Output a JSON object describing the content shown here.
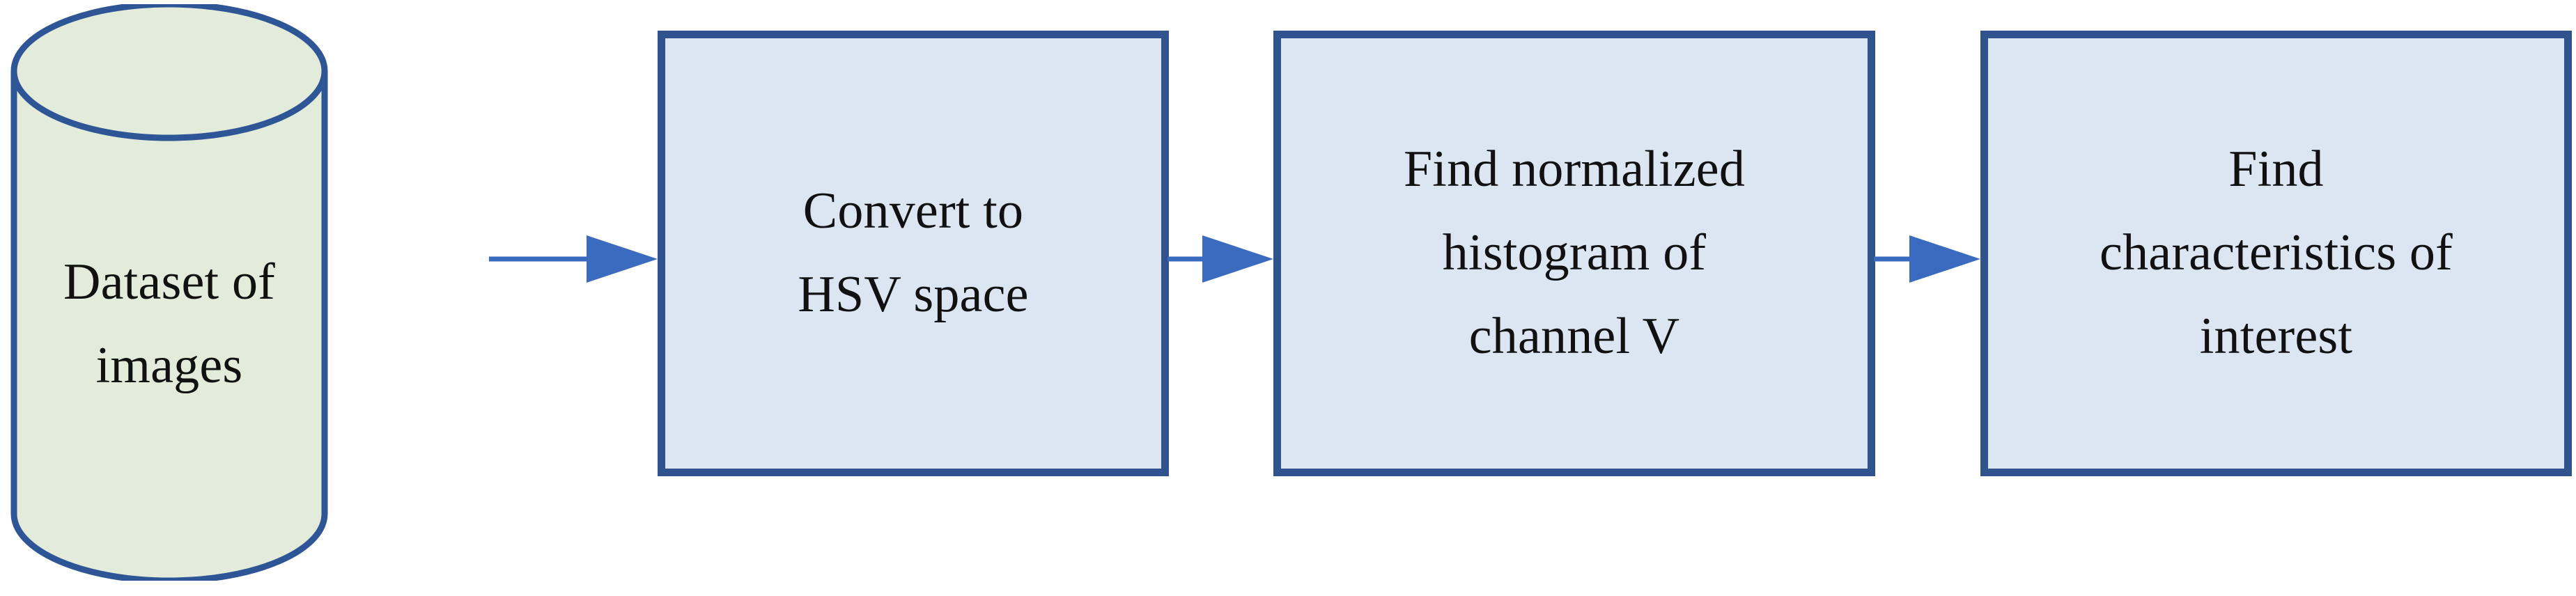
{
  "diagram": {
    "title": "HSV value-channel histogram analysis pipeline",
    "type": "flowchart",
    "orientation": "left-to-right",
    "colors": {
      "cylinder_fill": "#e3ebdb",
      "cylinder_stroke": "#2e5596",
      "box_fill": "#dce6f2",
      "box_stroke": "#31538d",
      "arrow": "#3b6bbf",
      "text": "#111111",
      "background": "#ffffff"
    },
    "nodes": [
      {
        "id": "node-dataset",
        "shape": "cylinder",
        "label": "Dataset of\nimages"
      },
      {
        "id": "node-convert-hsv",
        "shape": "rectangle",
        "label": "Convert to\nHSV space"
      },
      {
        "id": "node-histogram",
        "shape": "rectangle",
        "label": "Find normalized\nhistogram of\nchannel V"
      },
      {
        "id": "node-characteristics",
        "shape": "rectangle",
        "label": "Find\ncharacteristics of\ninterest"
      }
    ],
    "edges": [
      {
        "id": "edge-1",
        "from": "node-dataset",
        "to": "node-convert-hsv",
        "style": "solid-arrow"
      },
      {
        "id": "edge-2",
        "from": "node-convert-hsv",
        "to": "node-histogram",
        "style": "solid-arrow"
      },
      {
        "id": "edge-3",
        "from": "node-histogram",
        "to": "node-characteristics",
        "style": "solid-arrow"
      }
    ]
  }
}
